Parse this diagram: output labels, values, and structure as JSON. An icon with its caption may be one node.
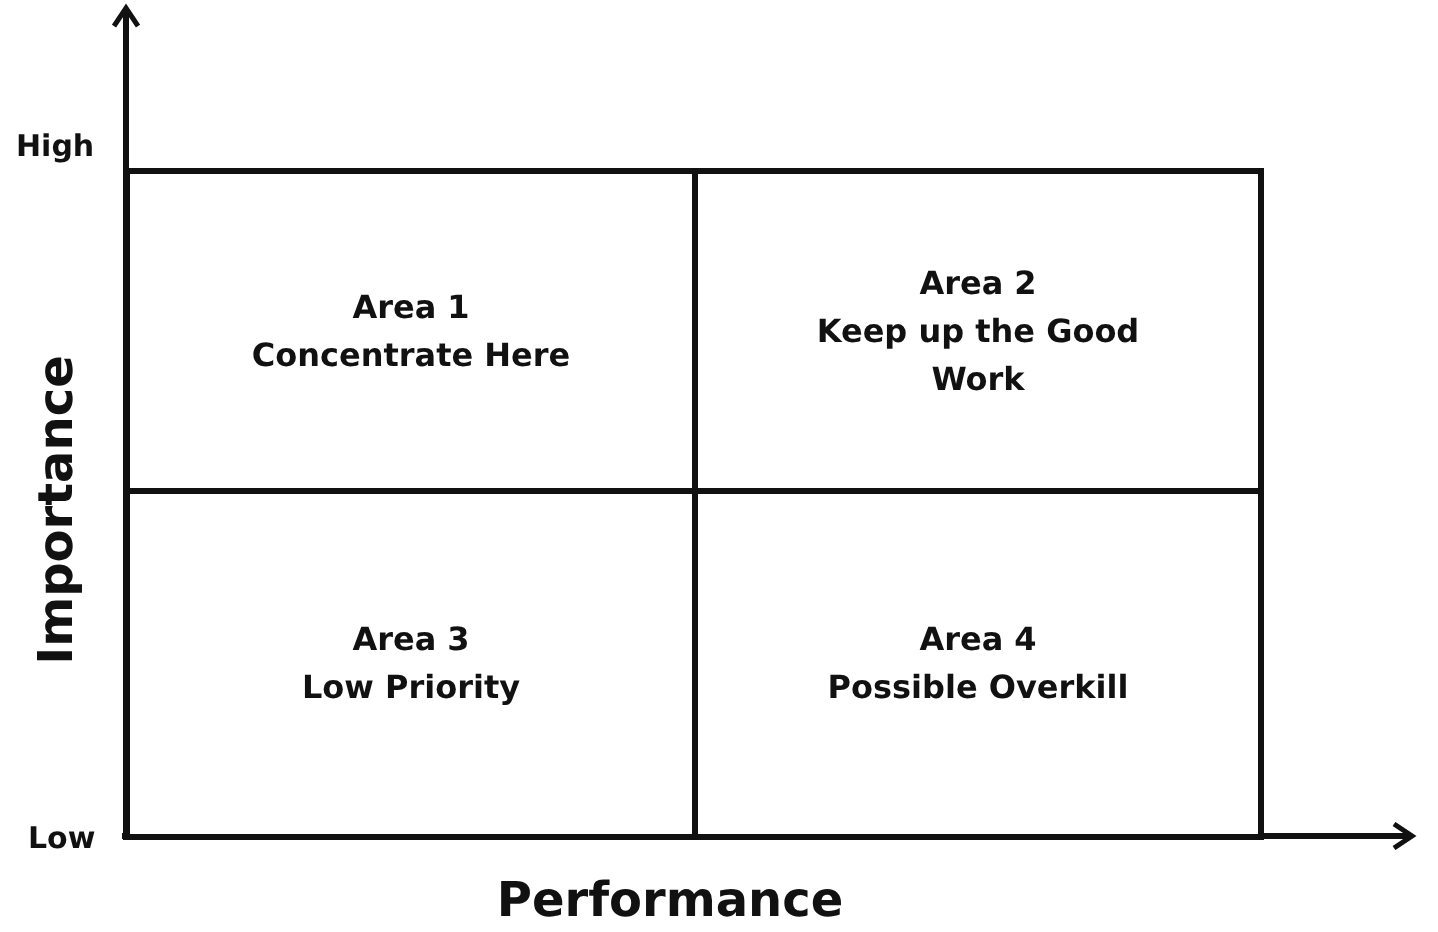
{
  "diagram": {
    "nodes": [
      {
        "text": [
          "Area 1",
          "Concentrate Here"
        ]
      },
      {
        "text": [
          "Area 2",
          "Keep up the Good Work"
        ]
      },
      {
        "text": [
          "Area 3",
          "Low Priority"
        ]
      },
      {
        "text": [
          "Area 4",
          "Possible Overkill"
        ]
      }
    ],
    "edges": [],
    "labels": [
      "High",
      "Importance",
      "Low",
      "Performance"
    ]
  }
}
